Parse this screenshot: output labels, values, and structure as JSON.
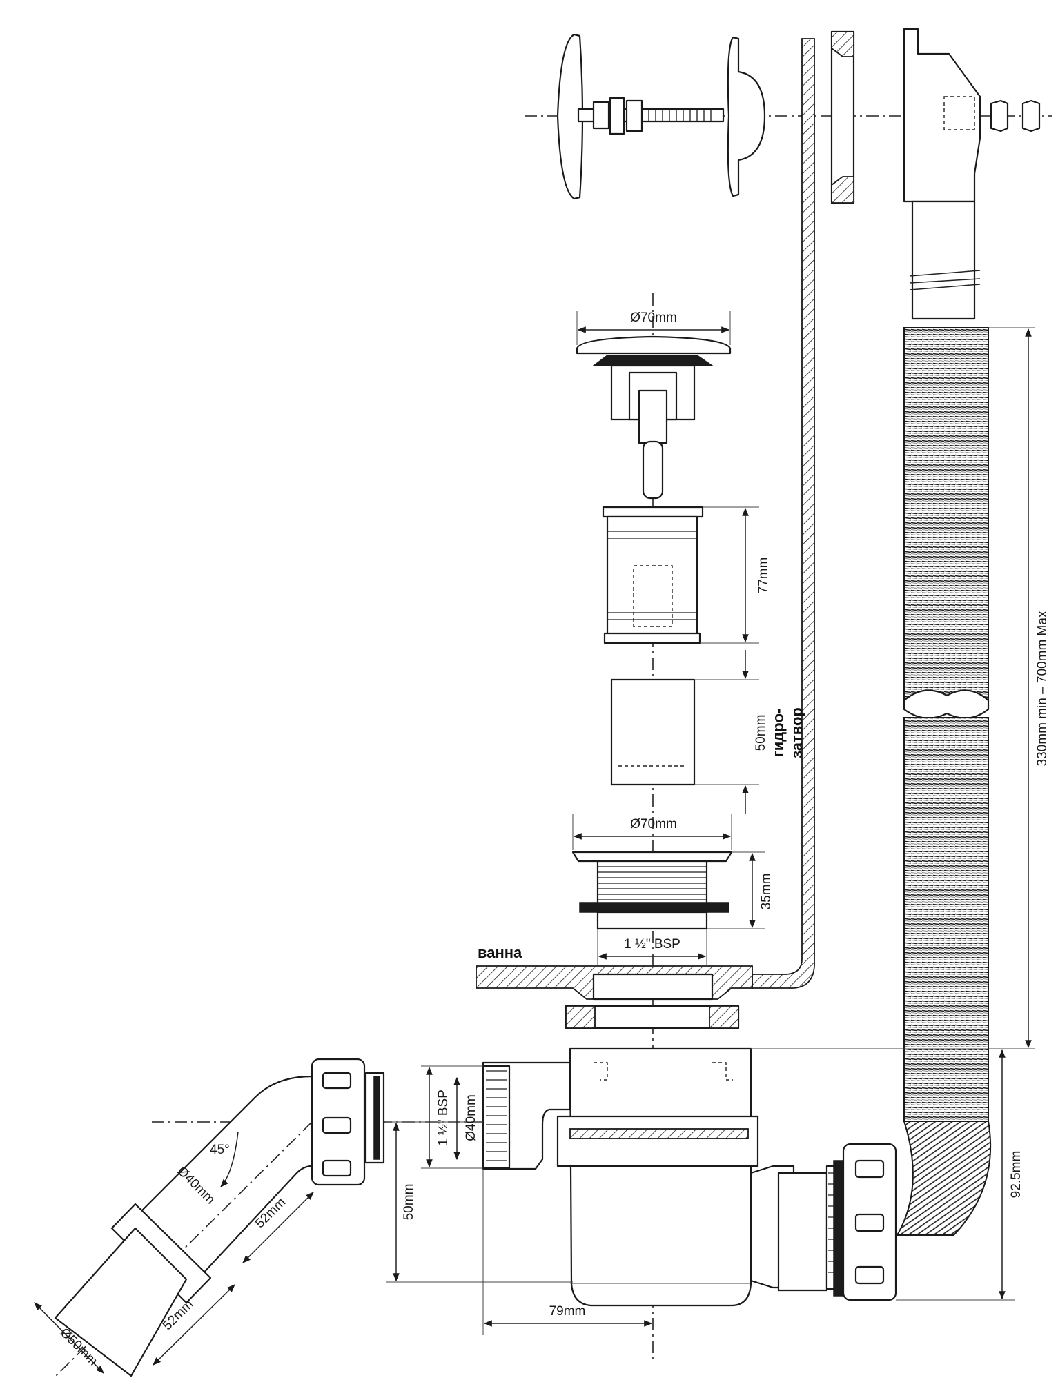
{
  "labels": {
    "bath": "ванна",
    "water_seal_1": "гидро-",
    "water_seal_2": "затвор"
  },
  "dimensions": {
    "plug_diameter": "Ø70mm",
    "body_length": "77mm",
    "seal_height": "50mm",
    "flange_diameter": "Ø70mm",
    "thread_length": "35mm",
    "thread_spec": "1 ½\" BSP",
    "hose_length": "330mm min – 700mm Max",
    "trap_height": "92.5mm",
    "outlet_offset": "79mm",
    "outlet_drop": "50mm",
    "outlet_thread": "1 ½\" BSP",
    "outlet_bore": "Ø40mm",
    "elbow_angle": "45°",
    "elbow_bore": "Ø40mm",
    "elbow_length_1": "52mm",
    "elbow_length_2": "52mm",
    "pipe_diameter": "Ø50mm"
  }
}
